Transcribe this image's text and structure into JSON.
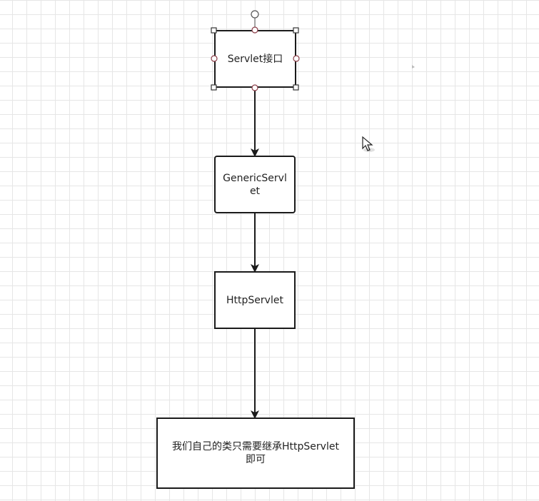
{
  "diagram": {
    "nodes": [
      {
        "id": "servlet",
        "label": "Servlet接口"
      },
      {
        "id": "generic",
        "label": "GenericServlet"
      },
      {
        "id": "http",
        "label": "HttpServlet"
      },
      {
        "id": "own",
        "label": "我们自己的类只需要继承HttpServlet即可"
      }
    ],
    "edges": [
      {
        "from": "servlet",
        "to": "generic"
      },
      {
        "from": "generic",
        "to": "http"
      },
      {
        "from": "http",
        "to": "own"
      }
    ],
    "selected_node": "servlet"
  },
  "colors": {
    "stroke": "#1a1a1a",
    "grid": "#e6e6e6",
    "handle_stroke": "#8a3b46",
    "background": "#ffffff"
  }
}
